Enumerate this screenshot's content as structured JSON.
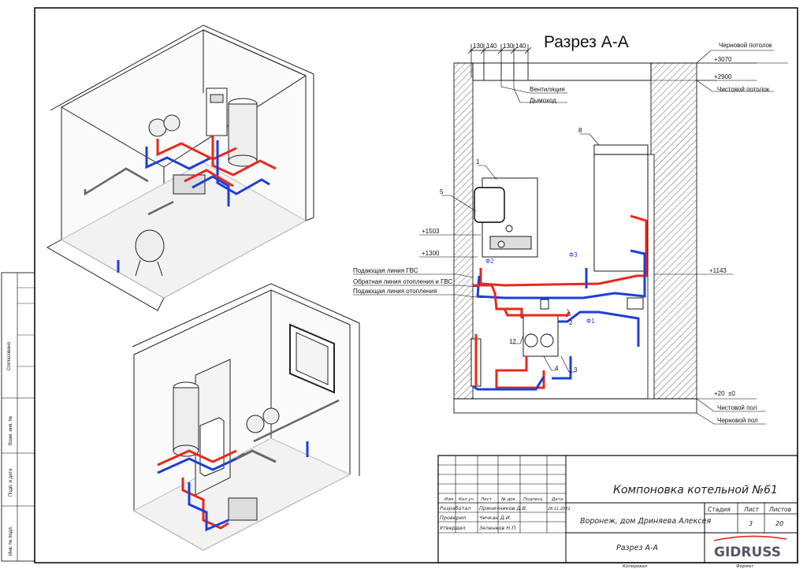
{
  "section_title": "Разрез А-А",
  "dimensions_top": [
    "130",
    "140",
    "130",
    "140"
  ],
  "levels": {
    "rough_ceiling_label": "Черновой потолок",
    "rough_ceiling_mark": "+3070",
    "finish_ceiling_mark": "+2900",
    "finish_ceiling_label": "Чистовой потолок",
    "mark_1503": "+1503",
    "mark_1300": "+1300",
    "mark_1143": "+1143",
    "floor_mark": "+20",
    "zero_mark": "±0",
    "finish_floor_label": "Чистовой пол",
    "rough_floor_label": "Черновой пол"
  },
  "callouts": {
    "ventilation": "Вентиляция",
    "chimney": "Дымоход",
    "dhw_supply": "Подающая линия ГВС",
    "return_line": "Обратная линия отопления и ГВС",
    "heating_supply": "Подающая линия отопления"
  },
  "item_numbers": [
    "1",
    "2",
    "3",
    "4",
    "5",
    "8",
    "12"
  ],
  "filters": [
    "Ф1",
    "Ф2",
    "Ф3"
  ],
  "colors": {
    "supply": "#e8281e",
    "return": "#1e3fd6",
    "hatch": "#555555"
  },
  "title_block": {
    "project_title": "Компоновка котельной №61",
    "address": "Воронеж, дом Дриняева Алексея",
    "sheet_title": "Разрез А-А",
    "head": [
      "Изм.",
      "Кол.уч",
      "Лист",
      "№ док.",
      "Подпись",
      "Дата"
    ],
    "rows": [
      {
        "role": "Разработал",
        "name": "Пряничников Д.В.",
        "date": "28.11.2022"
      },
      {
        "role": "Проверил",
        "name": "Чичкан Д.И.",
        "date": ""
      },
      {
        "role": "Утвердил",
        "name": "Зеленков Н.П.",
        "date": ""
      }
    ],
    "stage_label": "Стадия",
    "sheet_label": "Лист",
    "sheets_label": "Листов",
    "sheet_value": "3",
    "sheets_value": "20",
    "logo": "GIDRUSS",
    "copied_label": "Копировал",
    "format_label": "Формат"
  },
  "side_stamp": [
    "Согласовано",
    "Взам. инв. №",
    "Подп. и дата",
    "Инв. № подл."
  ]
}
